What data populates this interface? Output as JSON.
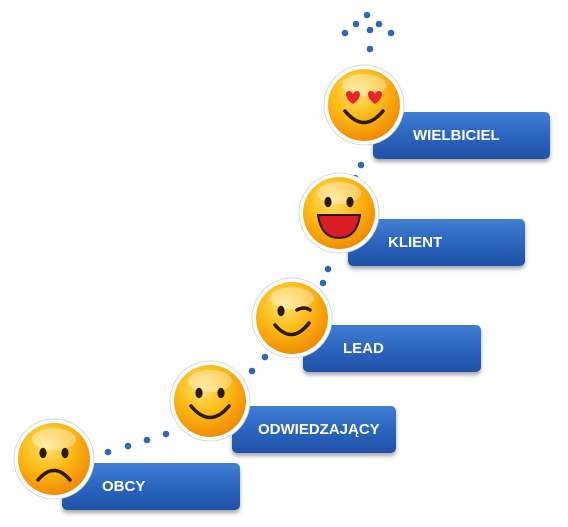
{
  "stages": [
    {
      "label": "OBCY",
      "face": "sad"
    },
    {
      "label": "ODWIEDZAJĄCY",
      "face": "smile"
    },
    {
      "label": "LEAD",
      "face": "wink"
    },
    {
      "label": "KLIENT",
      "face": "grin"
    },
    {
      "label": "WIELBICIEL",
      "face": "heart-eyes"
    }
  ],
  "colors": {
    "stage_fill": "#2a62bd",
    "dot": "#2f66b8",
    "face": "#f8b400",
    "heart": "#e8242c",
    "mouth": "#d91b26",
    "ink": "#2a1a00"
  }
}
